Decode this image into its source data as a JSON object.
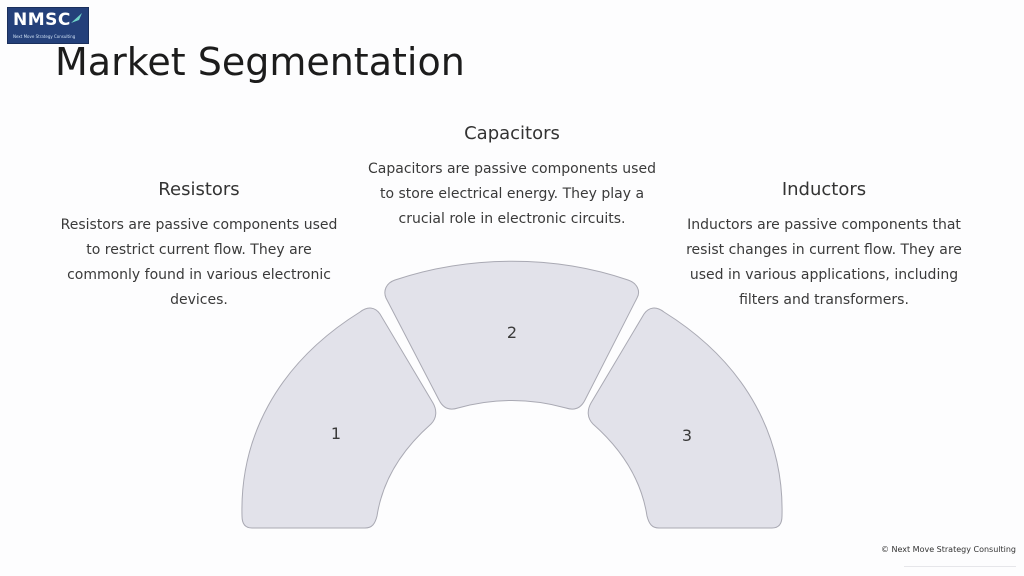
{
  "logo": {
    "text": "NMSC",
    "subtext": "Next Move Strategy Consulting"
  },
  "title": "Market Segmentation",
  "segments": [
    {
      "number": "1",
      "title": "Resistors",
      "description": "Resistors are passive components used to restrict current flow. They are commonly found in various electronic devices."
    },
    {
      "number": "2",
      "title": "Capacitors",
      "description": "Capacitors are passive components used to store electrical energy. They play a crucial role in electronic circuits."
    },
    {
      "number": "3",
      "title": "Inductors",
      "description": "Inductors are passive components that resist changes in current flow. They are used in various applications, including filters and transformers."
    }
  ],
  "colors": {
    "segment_fill": "#e2e2ea",
    "segment_stroke": "#a9a9b3",
    "logo_bg": "#24407a"
  },
  "copyright": "© Next Move Strategy Consulting"
}
